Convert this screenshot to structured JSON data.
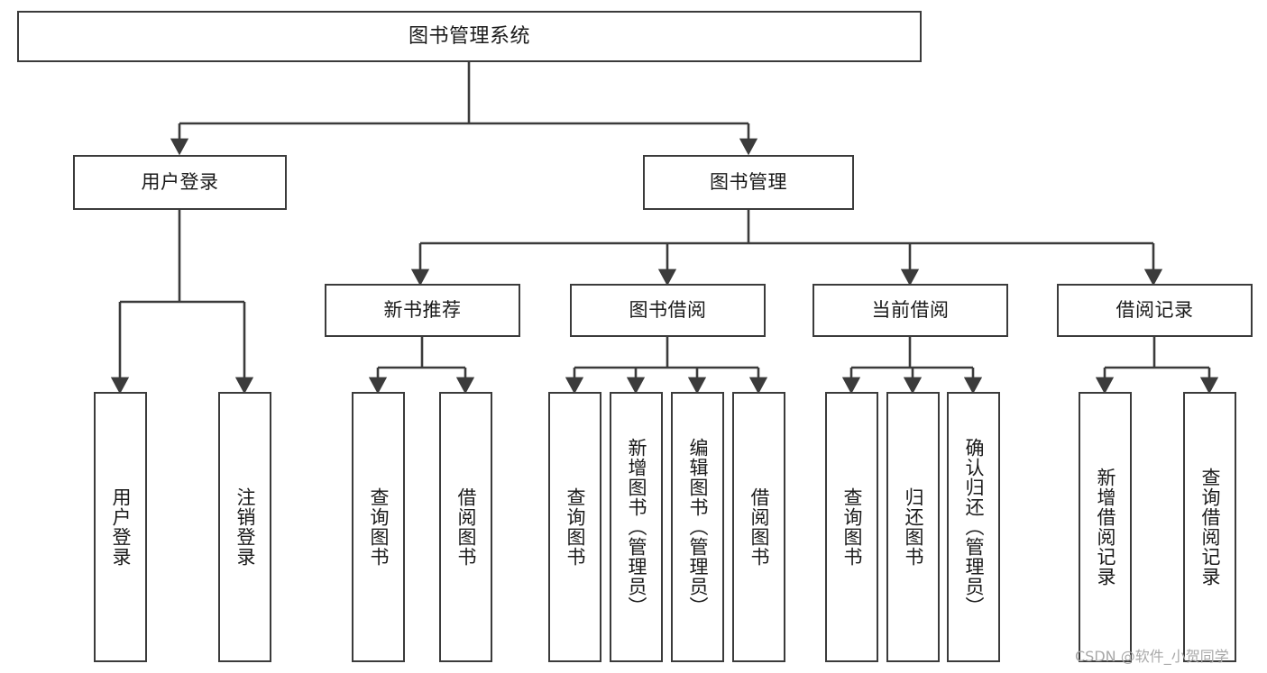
{
  "diagram": {
    "title": "图书管理系统",
    "type": "tree",
    "root": {
      "label": "图书管理系统",
      "shape": "horizontal-box"
    },
    "level1": [
      {
        "label": "用户登录",
        "shape": "horizontal-box"
      },
      {
        "label": "图书管理",
        "shape": "horizontal-box"
      }
    ],
    "level2": [
      {
        "label": "新书推荐",
        "shape": "horizontal-box",
        "parent": "图书管理"
      },
      {
        "label": "图书借阅",
        "shape": "horizontal-box",
        "parent": "图书管理"
      },
      {
        "label": "当前借阅",
        "shape": "horizontal-box",
        "parent": "图书管理"
      },
      {
        "label": "借阅记录",
        "shape": "horizontal-box",
        "parent": "图书管理"
      }
    ],
    "leaves": {
      "user_login": [
        {
          "label": "用户登录",
          "shape": "vertical-box"
        },
        {
          "label": "注销登录",
          "shape": "vertical-box"
        }
      ],
      "new_book_recommend": [
        {
          "label": "查询图书",
          "shape": "vertical-box"
        },
        {
          "label": "借阅图书",
          "shape": "vertical-box"
        }
      ],
      "book_borrow": [
        {
          "label": "查询图书",
          "shape": "vertical-box"
        },
        {
          "label": "新增图书（管理员）",
          "shape": "vertical-box"
        },
        {
          "label": "编辑图书（管理员）",
          "shape": "vertical-box"
        },
        {
          "label": "借阅图书",
          "shape": "vertical-box"
        }
      ],
      "current_borrow": [
        {
          "label": "查询图书",
          "shape": "vertical-box"
        },
        {
          "label": "归还图书",
          "shape": "vertical-box"
        },
        {
          "label": "确认归还（管理员）",
          "shape": "vertical-box"
        }
      ],
      "borrow_record": [
        {
          "label": "新增借阅记录",
          "shape": "vertical-box"
        },
        {
          "label": "查询借阅记录",
          "shape": "vertical-box"
        }
      ]
    }
  },
  "watermark": {
    "text": "CSDN @软件_小贺同学"
  },
  "colors": {
    "background": "#ffffff",
    "box_fill": "#ffffff",
    "box_stroke": "#3b3b3b",
    "connector": "#3b3b3b",
    "text": "#1a1a1a",
    "watermark": "#a8a8a8"
  }
}
